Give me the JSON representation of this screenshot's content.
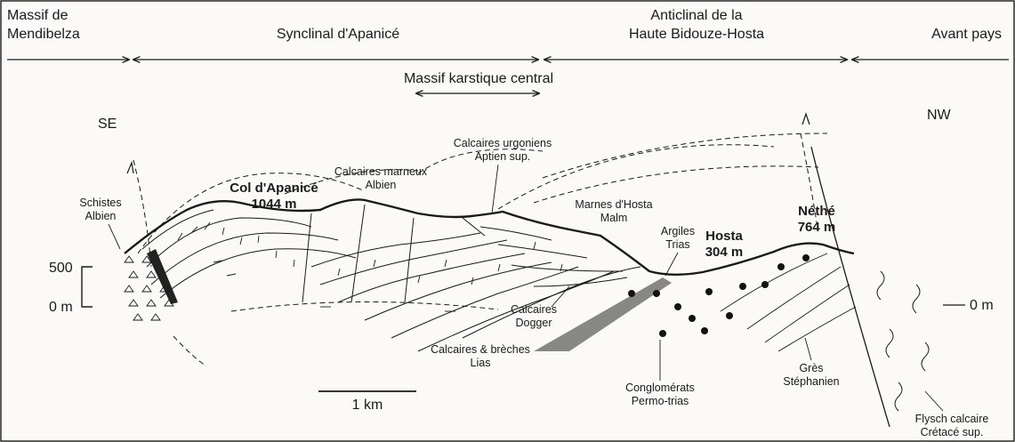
{
  "header": {
    "massif_mendibelza": [
      "Massif de",
      "Mendibelza"
    ],
    "synclinal": "Synclinal d'Apanicé",
    "anticlinal": [
      "Anticlinal de la",
      "Haute Bidouze-Hosta"
    ],
    "avant_pays": "Avant pays",
    "massif_karstique": "Massif karstique central"
  },
  "orientation": {
    "left": "SE",
    "right": "NW"
  },
  "scale": {
    "y_top": "500",
    "y_zero": "0 m",
    "right_zero": "0 m",
    "bar": "1 km"
  },
  "peaks": {
    "col_name": "Col d'Apanicé",
    "col_alt": "1044 m",
    "hosta_name": "Hosta",
    "hosta_alt": "304 m",
    "nethe_name": "Néthé",
    "nethe_alt": "764 m"
  },
  "units": {
    "schistes": [
      "Schistes",
      "Albien"
    ],
    "calc_marneux": [
      "Calcaires marneux",
      "Albien"
    ],
    "calc_urgoniens": [
      "Calcaires urgoniens",
      "Aptien sup."
    ],
    "marnes_hosta": [
      "Marnes d'Hosta",
      "Malm"
    ],
    "argiles": [
      "Argiles",
      "Trias"
    ],
    "calc_dogger": [
      "Calcaires",
      "Dogger"
    ],
    "calc_breches": [
      "Calcaires & brèches",
      "Lias"
    ],
    "conglomerats": [
      "Conglomérats",
      "Permo-trias"
    ],
    "gres": [
      "Grès",
      "Stéphanien"
    ],
    "flysch": [
      "Flysch calcaire",
      "Crétacé sup."
    ]
  }
}
